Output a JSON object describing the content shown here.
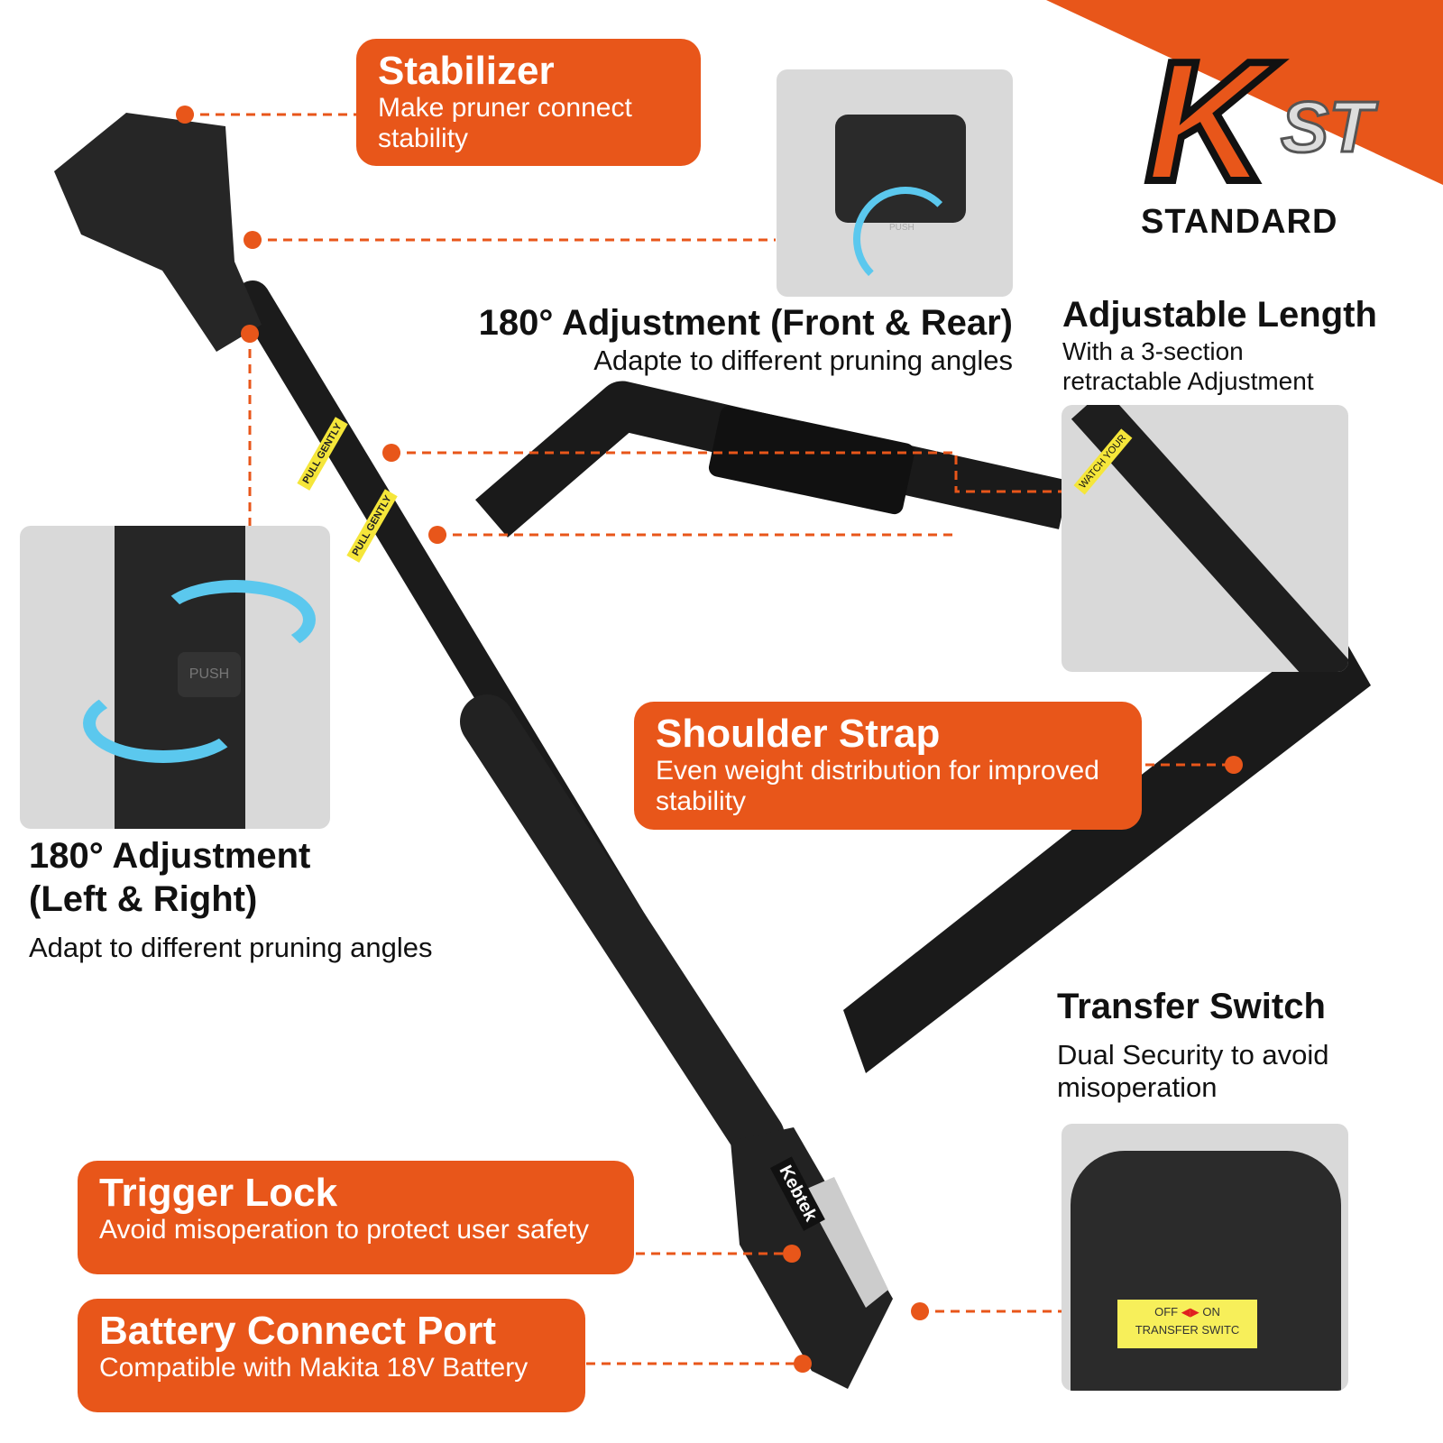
{
  "brand": {
    "logo_letters": "KST",
    "logo_word": "STANDARD",
    "product_brand": "Kebtek"
  },
  "colors": {
    "accent": "#E8561A",
    "highlight_arrow": "#5BC8EE"
  },
  "callouts": {
    "stabilizer": {
      "title": "Stabilizer",
      "desc": "Make pruner connect stability"
    },
    "shoulder_strap": {
      "title": "Shoulder Strap",
      "desc": "Even weight distribution for improved stability"
    },
    "trigger_lock": {
      "title": "Trigger Lock",
      "desc": "Avoid misoperation to protect user safety"
    },
    "battery_port": {
      "title": "Battery Connect Port",
      "desc": "Compatible with Makita 18V Battery"
    }
  },
  "features": {
    "front_rear": {
      "title": "180° Adjustment (Front & Rear)",
      "desc": "Adapte to different pruning angles"
    },
    "left_right": {
      "title_line1": "180° Adjustment",
      "title_line2": "(Left & Right)",
      "desc": "Adapt to different pruning angles"
    },
    "length": {
      "title": "Adjustable Length",
      "desc_line1": "With a 3-section",
      "desc_line2": "retractable Adjustment"
    },
    "switch": {
      "title": "Transfer Switch",
      "desc_line1": "Dual Security to avoid",
      "desc_line2": "misoperation"
    }
  },
  "labels": {
    "push": "PUSH",
    "pull_gently": "PULL GENTLY",
    "watch": "WATCH YOUR",
    "off": "OFF",
    "on": "ON",
    "transfer_switch": "TRANSFER SWITC"
  }
}
